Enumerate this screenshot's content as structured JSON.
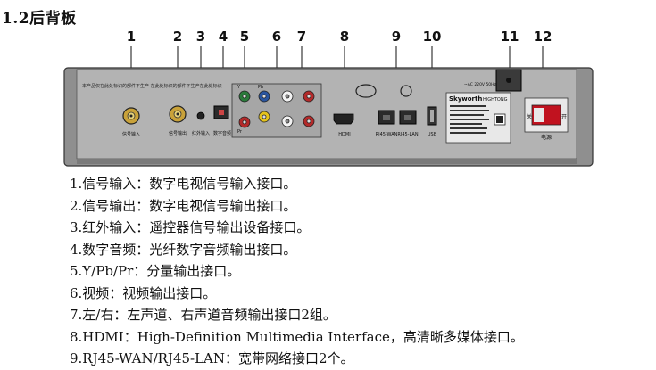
{
  "section_title": "1.2后背板",
  "callouts": [
    "1",
    "2",
    "3",
    "4",
    "5",
    "6",
    "7",
    "8",
    "9",
    "10",
    "11",
    "12"
  ],
  "panel": {
    "notice_text": "本产品仅在此处标识的部件下生产 在此处标识的部件下生产在此处标识",
    "port_labels": [
      "信号输入",
      "信号输出",
      "红外输入",
      "数字音频",
      "HDMI",
      "RJ45-WAN",
      "RJ45-LAN",
      "USB"
    ],
    "comp_labels": [
      "Y",
      "Pb",
      "Pr"
    ],
    "brand": "Skyworth",
    "brand_sub": "HIGHTONG",
    "power_label": "电源",
    "switch_off": "关",
    "switch_on": "开",
    "voltage": "~AC 220V 50Hz"
  },
  "descriptions": [
    "1.信号输入：数字电视信号输入接口。",
    "2.信号输出：数字电视信号输出接口。",
    "3.红外输入：遥控器信号输出设备接口。",
    "4.数字音频：光纤数字音频输出接口。",
    "5.Y/Pb/Pr：分量输出接口。",
    "6.视频：视频输出接口。",
    "7.左/右：左声道、右声道音频输出接口2组。",
    "8.HDMI：High-Definition Multimedia Interface，高清晰多媒体接口。",
    "9.RJ45-WAN/RJ45-LAN：宽带网络接口2个。"
  ]
}
